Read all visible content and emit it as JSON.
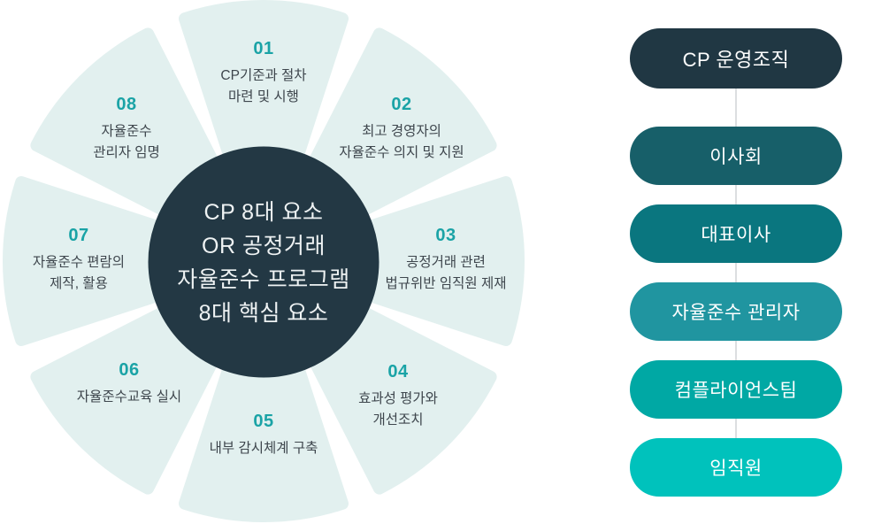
{
  "center": {
    "lines": [
      "CP 8대 요소",
      "OR 공정거래",
      "자율준수 프로그램",
      "8대 핵심 요소"
    ],
    "bg": "#233844",
    "text_color": "#eef2f3"
  },
  "petals": [
    {
      "num": "01",
      "lines": [
        "CP기준과 절차",
        "마련 및 시행"
      ]
    },
    {
      "num": "02",
      "lines": [
        "최고 경영자의",
        "자율준수 의지 및 지원"
      ]
    },
    {
      "num": "03",
      "lines": [
        "공정거래 관련",
        "법규위반 임직원 제재"
      ]
    },
    {
      "num": "04",
      "lines": [
        "효과성 평가와",
        "개선조치"
      ]
    },
    {
      "num": "05",
      "lines": [
        "내부 감시체계 구축"
      ]
    },
    {
      "num": "06",
      "lines": [
        "자율준수교육 실시"
      ]
    },
    {
      "num": "07",
      "lines": [
        "자율준수 편람의",
        "제작, 활용"
      ]
    },
    {
      "num": "08",
      "lines": [
        "자율준수",
        "관리자 임명"
      ]
    }
  ],
  "palette": {
    "petal_fill": "#e2f0ef",
    "number_color": "#1aa3a6",
    "label_color": "#3e464d"
  },
  "org_chart": {
    "connector_color": "#b9bec0",
    "boxes": [
      {
        "label": "CP 운영조직",
        "color": "#203743"
      },
      {
        "label": "이사회",
        "color": "#175f69"
      },
      {
        "label": "대표이사",
        "color": "#0a767f"
      },
      {
        "label": "자율준수 관리자",
        "color": "#2095a0"
      },
      {
        "label": "컴플라이언스팀",
        "color": "#00a8a4"
      },
      {
        "label": "임직원",
        "color": "#00c2bc"
      }
    ]
  }
}
